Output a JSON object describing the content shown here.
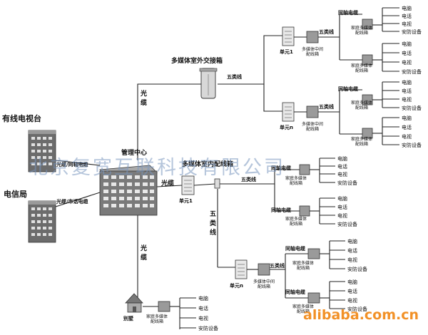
{
  "labels": {
    "cable_tv_station": "有线电视台",
    "telecom_bureau": "电信局",
    "fiber_coax": "光缆/同轴电缆",
    "fiber_phone": "光缆/市话电缆",
    "mgmt_center": "管理中心",
    "fiber": "光缆",
    "outdoor_box": "多媒体室外交接箱",
    "indoor_box": "多媒体室内配线箱",
    "cat5": "五类线",
    "unit_1": "单元1",
    "unit_n": "单元n",
    "mid_box_line1": "多媒体中间",
    "mid_box_line2": "配线箱",
    "coax": "同轴电缆",
    "home_box_line1": "家庭多媒体",
    "home_box_line2": "配线箱",
    "computer": "电脑",
    "phone": "电话",
    "tv": "电视",
    "security": "安防设备",
    "villa": "别墅",
    "cat5_vertical": "五类线",
    "fiber_vertical_top": "光缆",
    "fiber_vertical_bottom": "光缆"
  },
  "watermark": "北京复宽互联科技有限公司",
  "site_logo": "alibaba.com.cn",
  "colors": {
    "line": "#222222",
    "box": "#999999",
    "watermark": "#7896be",
    "logo": "#f29127"
  }
}
